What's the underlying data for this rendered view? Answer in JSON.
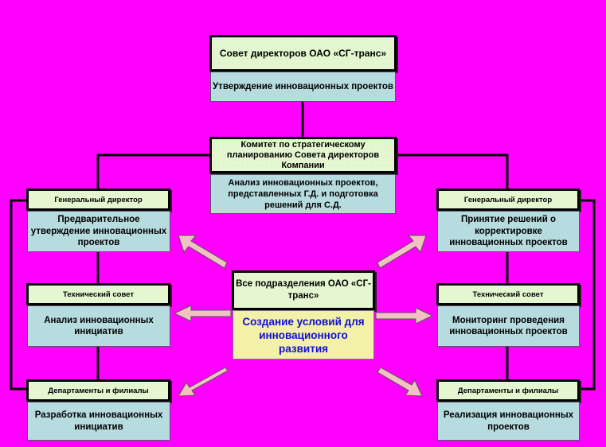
{
  "colors": {
    "background": "#ff00ff",
    "header_fill": "#e4f7d0",
    "body_fill": "#b7dce0",
    "center_fill": "#f3f0a8",
    "center_text": "#1010d0",
    "arrow_fill": "#f2c2c2"
  },
  "board": {
    "title": "Совет директоров ОАО «СГ-транс»",
    "body": "Утверждение инновационных проектов"
  },
  "committee": {
    "title": "Комитет по стратегическому планированию Совета директоров Компании",
    "body": "Анализ инновационных проектов, представленных Г.Д. и подготовка решений для С.Д."
  },
  "left": {
    "gd": {
      "title": "Генеральный директор",
      "body": "Предварительное утверждение инновационных проектов"
    },
    "tech": {
      "title": "Технический совет",
      "body": "Анализ инновационных инициатив"
    },
    "dept": {
      "title": "Департаменты и филиалы",
      "body": "Разработка инновационных инициатив"
    }
  },
  "right": {
    "gd": {
      "title": "Генеральный директор",
      "body": "Принятие решений о корректировке инновационных проектов"
    },
    "tech": {
      "title": "Технический совет",
      "body": "Мониторинг проведения инновационных проектов"
    },
    "dept": {
      "title": "Департаменты и филиалы",
      "body": "Реализация инновационных проектов"
    }
  },
  "center": {
    "title": "Все подразделения ОАО «СГ-транс»",
    "body": "Создание условий для инновационного развития"
  }
}
